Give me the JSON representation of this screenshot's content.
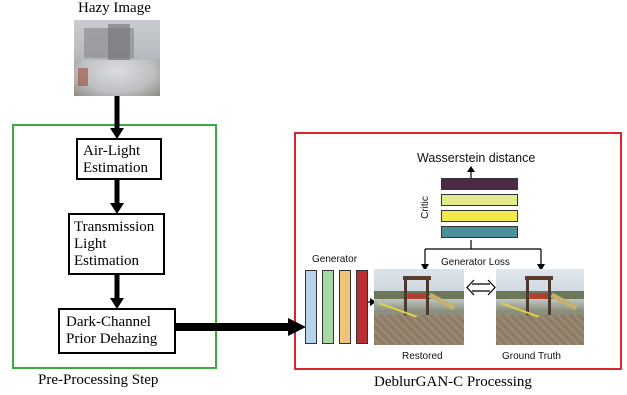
{
  "hazy_image_label": "Hazy Image",
  "preprocessing": {
    "caption": "Pre-Processing Step",
    "steps": [
      {
        "line1": "Air-Light",
        "line2": "Estimation",
        "line3": ""
      },
      {
        "line1": "Transmission",
        "line2": "Light",
        "line3": "Estimation"
      },
      {
        "line1": "Dark-Channel",
        "line2": "Prior Dehazing",
        "line3": ""
      }
    ],
    "border_color": "#3caa3c"
  },
  "deblurgan": {
    "caption": "DeblurGAN-C Processing",
    "border_color": "#d9262a",
    "wasserstein_label": "Wasserstein distance",
    "critic_label": "Critic",
    "critic_layer_colors": [
      "#4a2a45",
      "#e2ea8a",
      "#f3ea4a",
      "#4c8f9a"
    ],
    "generator_label": "Generator",
    "generator_layer_colors": [
      "#b7d3ea",
      "#a7d7a4",
      "#f1c27a",
      "#b83030"
    ],
    "generator_loss_label": "Generator Loss",
    "restored_label": "Restored",
    "ground_truth_label": "Ground Truth"
  }
}
